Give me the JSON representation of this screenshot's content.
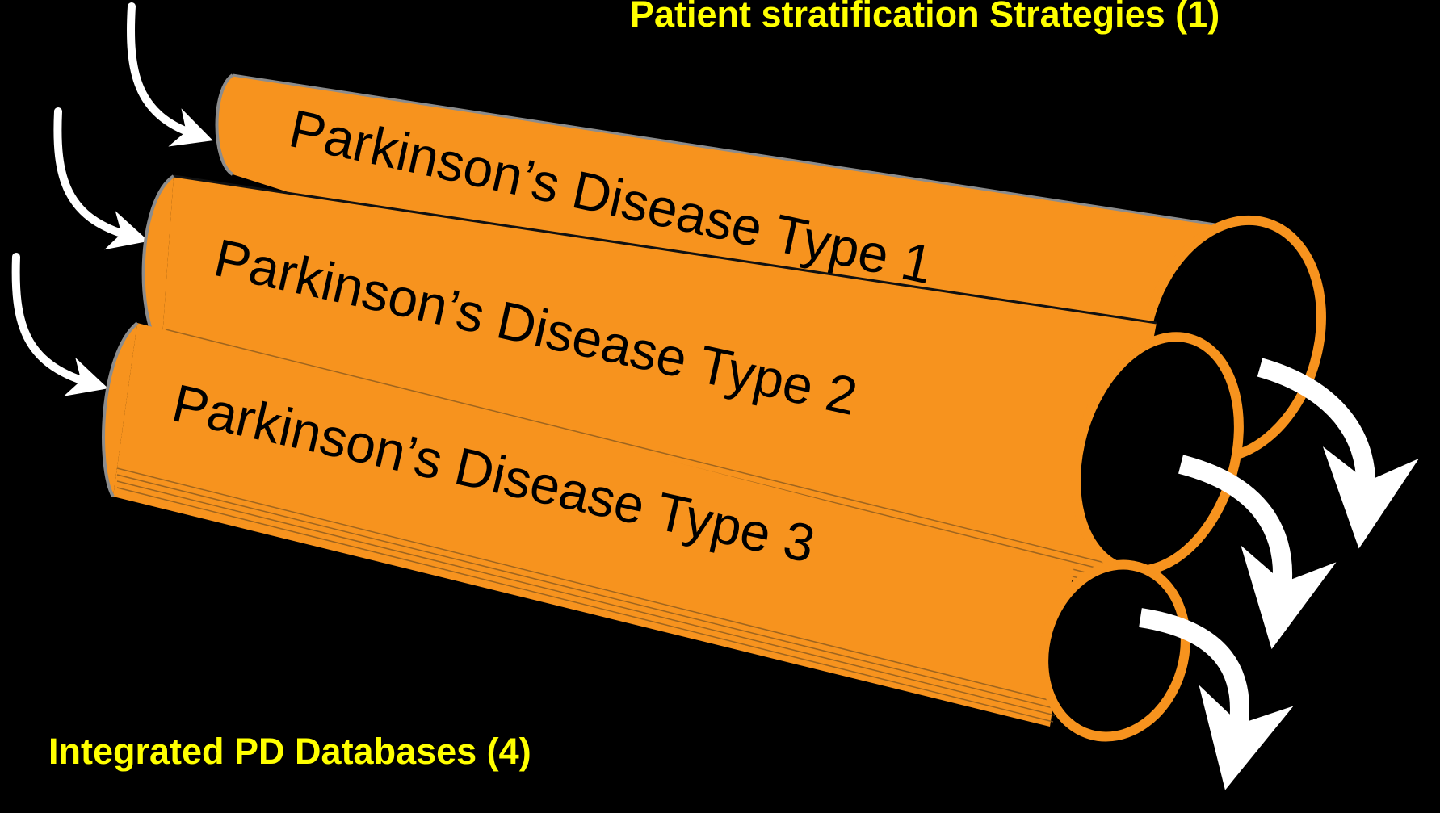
{
  "captions": {
    "top": "Patient stratification Strategies (1)",
    "bottom": "Integrated PD Databases (4)"
  },
  "tubes": [
    {
      "label": "Parkinson’s Disease Type 1"
    },
    {
      "label": "Parkinson’s Disease Type 2"
    },
    {
      "label": "Parkinson’s Disease Type 3"
    }
  ],
  "colors": {
    "background": "#000000",
    "caption": "#ffff00",
    "tube": "#f7931e",
    "tube_edge": "#8c8c8c",
    "arrow": "#ffffff",
    "text": "#000000"
  }
}
